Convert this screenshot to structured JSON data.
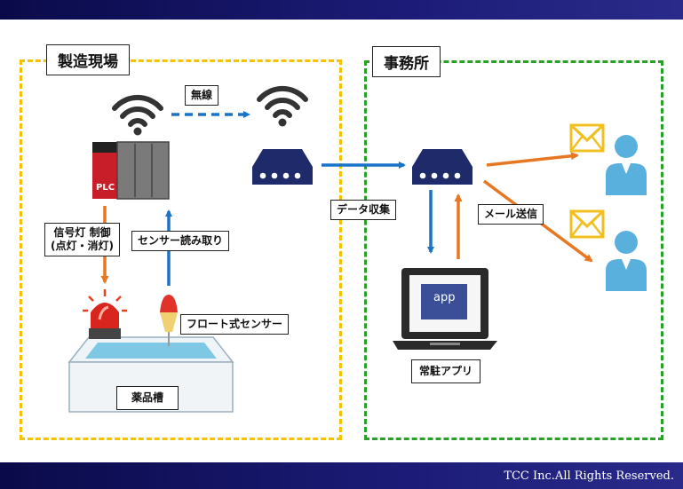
{
  "header": {
    "color": "#15156a"
  },
  "footer": {
    "copyright": "TCC Inc.All Rights Reserved."
  },
  "zones": {
    "factory": {
      "title": "製造現場",
      "color": "#f3c200"
    },
    "office": {
      "title": "事務所",
      "color": "#2aa02a"
    }
  },
  "labels": {
    "wireless": "無線",
    "signal_control_line1": "信号灯 制御",
    "signal_control_line2": "(点灯・消灯)",
    "sensor_read": "センサー読み取り",
    "float_sensor": "フロート式センサー",
    "chemical_tank": "薬品槽",
    "data_collect": "データ収集",
    "mail_send": "メール送信",
    "resident_app": "常駐アプリ",
    "plc": "PLC",
    "app": "app"
  },
  "colors": {
    "blue_arrow": "#1a73c8",
    "orange_arrow": "#e87722",
    "device": "#1f2a6b",
    "person": "#5ab0dc",
    "mail": "#f0c020",
    "plc_red": "#c81e2a",
    "plc_gray": "#7a7a7a"
  },
  "icons": [
    "wifi-icon",
    "plc-icon",
    "router-icon",
    "laptop-icon",
    "person-icon",
    "mail-icon",
    "signal-light-icon",
    "float-sensor-icon",
    "tank-icon"
  ]
}
